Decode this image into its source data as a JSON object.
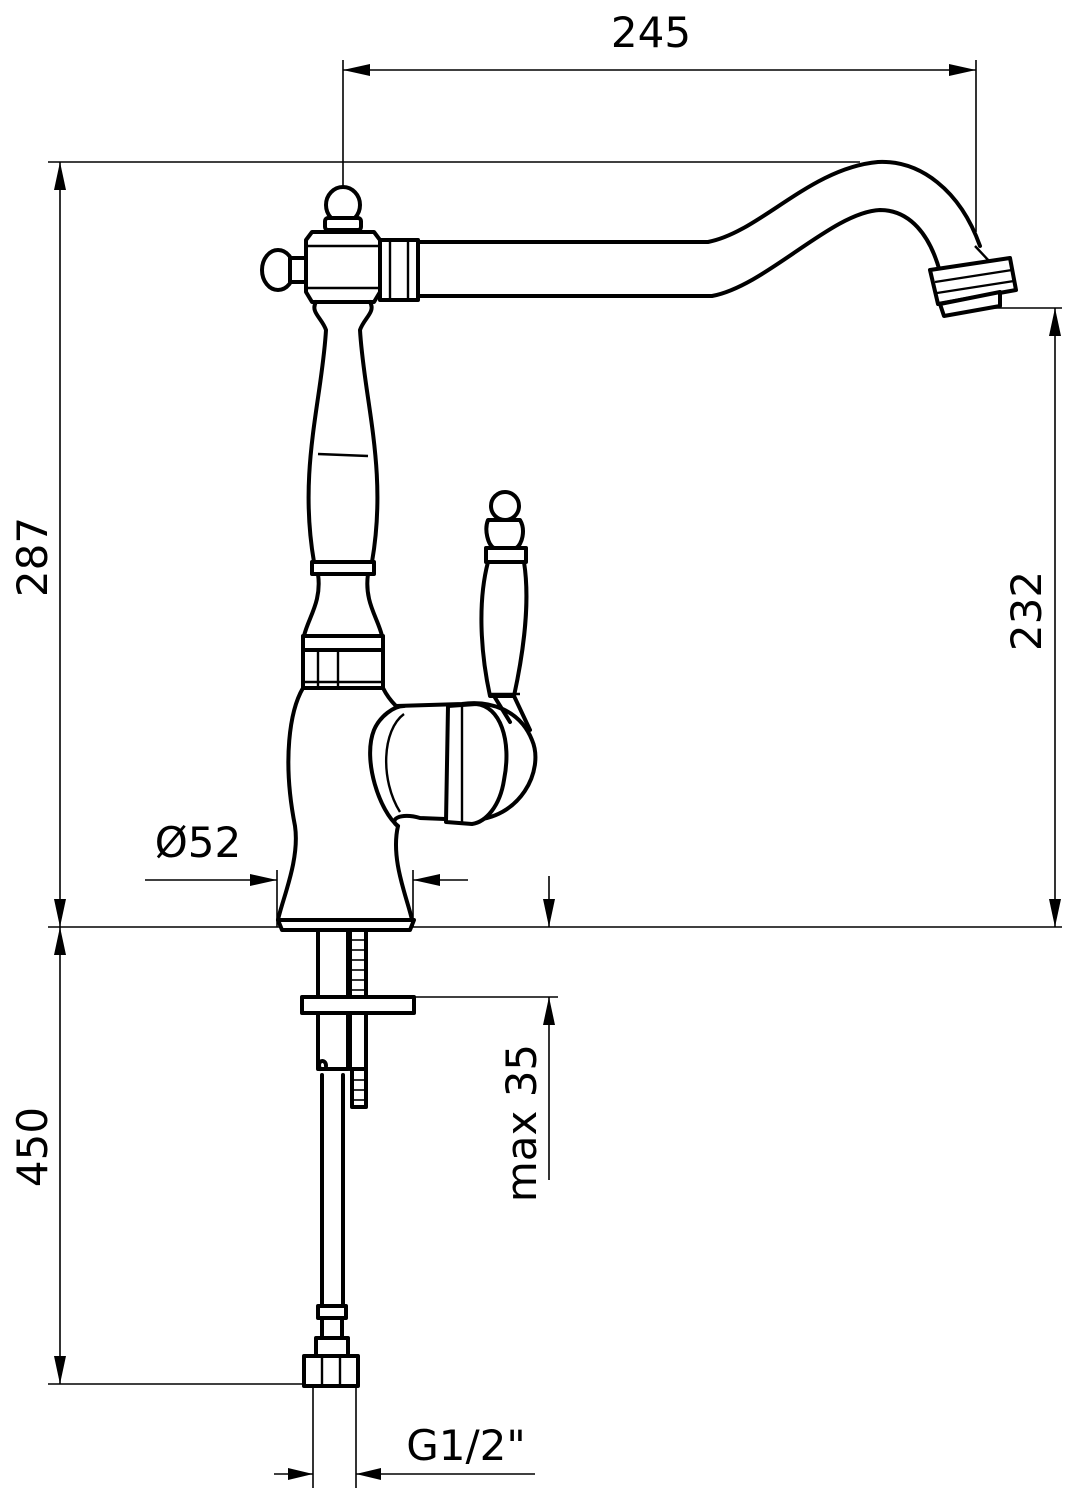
{
  "drawing": {
    "dimensions": {
      "spout_reach": "245",
      "total_height": "287",
      "outlet_height": "232",
      "hose_length": "450",
      "base_diameter": "Ø52",
      "max_deck_thickness": "max 35",
      "connection_thread": "G1/2\""
    }
  }
}
